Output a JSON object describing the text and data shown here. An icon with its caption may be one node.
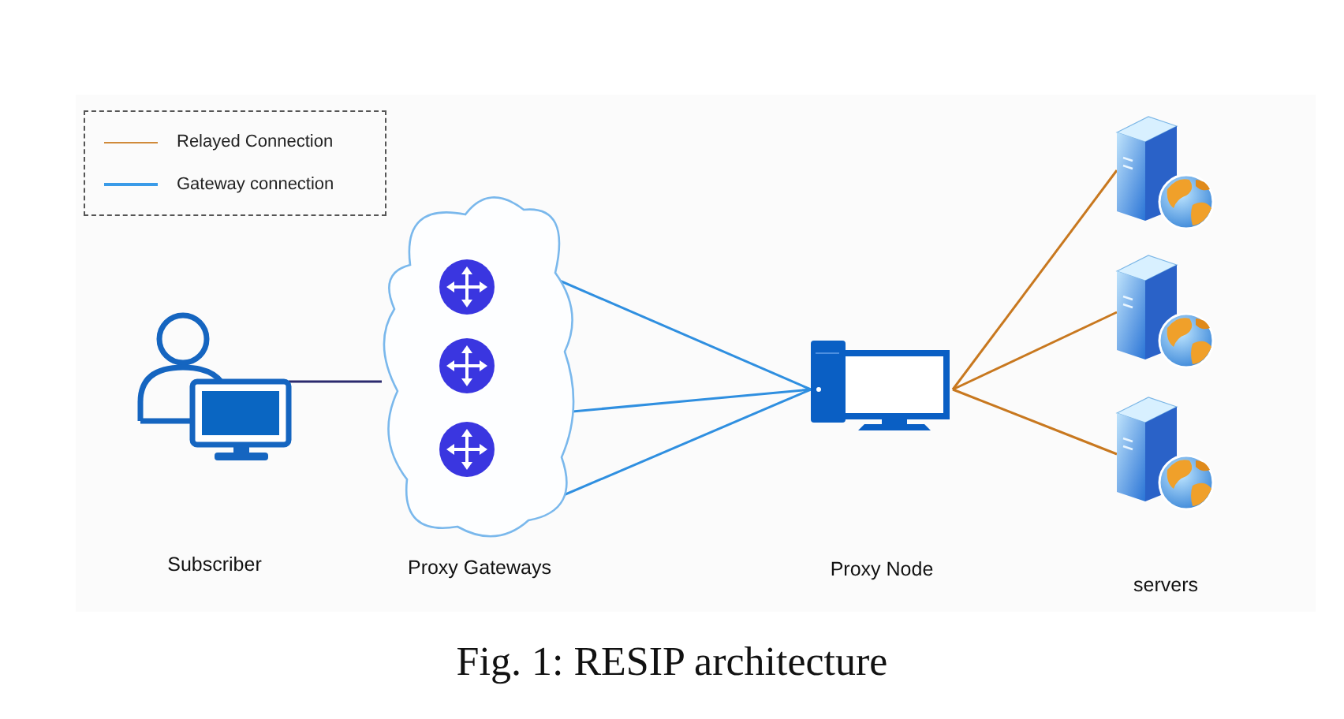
{
  "diagram": {
    "caption": "Fig. 1: RESIP architecture",
    "nodes": [
      {
        "text": [
          "Subscriber"
        ]
      },
      {
        "text": [
          "Proxy Gateways"
        ]
      },
      {
        "text": [],
        "shape": "circle",
        "in": 1
      },
      {
        "text": [],
        "shape": "circle",
        "in": 1
      },
      {
        "text": [],
        "shape": "circle",
        "in": 1
      },
      {
        "text": [],
        "shape": "computer"
      },
      {
        "text": [],
        "shape": "box"
      },
      {
        "text": [],
        "shape": "box"
      },
      {
        "text": [],
        "shape": "box"
      }
    ],
    "edges": [
      {
        "from": 0,
        "to": 1,
        "arrow": "none",
        "color": "#2b2a6e"
      },
      {
        "from": 1,
        "to": 5,
        "arrow": "none",
        "color": "#2f8fe0"
      },
      {
        "from": 1,
        "to": 5,
        "arrow": "none",
        "color": "#2f8fe0"
      },
      {
        "from": 1,
        "to": 5,
        "arrow": "none",
        "color": "#2f8fe0"
      },
      {
        "from": 5,
        "to": 6,
        "arrow": "none",
        "color": "#c8781f"
      },
      {
        "from": 5,
        "to": 7,
        "arrow": "none",
        "color": "#c8781f"
      },
      {
        "from": 5,
        "to": 8,
        "arrow": "none",
        "color": "#c8781f"
      }
    ],
    "labels": [
      "Proxy Node",
      "servers"
    ],
    "legend": [
      {
        "text": "Relayed Connection"
      },
      {
        "text": "Gateway connection"
      }
    ]
  }
}
